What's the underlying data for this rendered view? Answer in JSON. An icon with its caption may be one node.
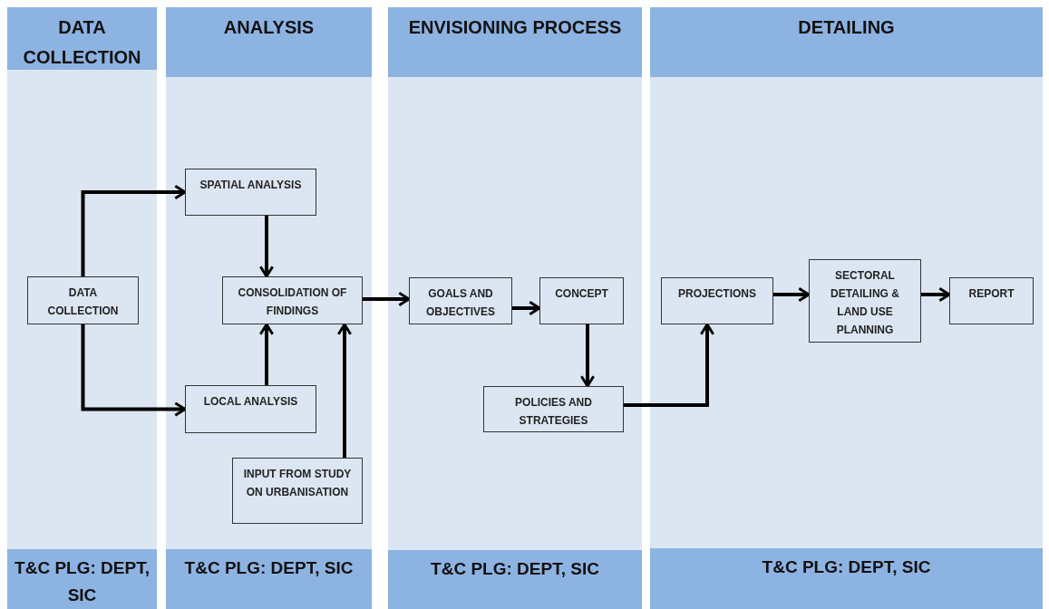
{
  "diagram": {
    "nodes": [
      {
        "text": [
          "DATA COLLECTION",
          "T&C PLG: DEPT, SIC"
        ]
      },
      {
        "text": [
          "ANALYSIS",
          "T&C PLG: DEPT, SIC"
        ]
      },
      {
        "text": [
          "ENVISIONING PROCESS",
          "T&C PLG: DEPT, SIC"
        ]
      },
      {
        "text": [
          "DETAILING",
          "T&C PLG: DEPT, SIC"
        ]
      },
      {
        "text": [
          "DATA COLLECTION"
        ],
        "in": 0
      },
      {
        "text": [
          "SPATIAL ANALYSIS"
        ],
        "in": 1
      },
      {
        "text": [
          "CONSOLIDATION OF FINDINGS"
        ],
        "in": 1
      },
      {
        "text": [
          "LOCAL ANALYSIS"
        ],
        "in": 1
      },
      {
        "text": [
          "INPUT FROM STUDY ON URBANISATION"
        ],
        "in": 1
      },
      {
        "text": [
          "GOALS AND OBJECTIVES"
        ],
        "in": 2
      },
      {
        "text": [
          "CONCEPT"
        ],
        "in": 2
      },
      {
        "text": [
          "POLICIES AND STRATEGIES"
        ],
        "in": 2
      },
      {
        "text": [
          "PROJECTIONS"
        ],
        "in": 3
      },
      {
        "text": [
          "SECTORAL DETAILING & LAND USE PLANNING"
        ],
        "in": 3
      },
      {
        "text": [
          "REPORT"
        ],
        "in": 3
      }
    ],
    "edges": [
      {
        "from": 4,
        "to": 5,
        "arrow": "to"
      },
      {
        "from": 4,
        "to": 7,
        "arrow": "to"
      },
      {
        "from": 5,
        "to": 6,
        "arrow": "to"
      },
      {
        "from": 7,
        "to": 6,
        "arrow": "to"
      },
      {
        "from": 8,
        "to": 6,
        "arrow": "to"
      },
      {
        "from": 6,
        "to": 9,
        "arrow": "to"
      },
      {
        "from": 9,
        "to": 10,
        "arrow": "to"
      },
      {
        "from": 10,
        "to": 11,
        "arrow": "to"
      },
      {
        "from": 11,
        "to": 12,
        "arrow": "to"
      },
      {
        "from": 12,
        "to": 13,
        "arrow": "to"
      },
      {
        "from": 13,
        "to": 14,
        "arrow": "to"
      }
    ]
  }
}
